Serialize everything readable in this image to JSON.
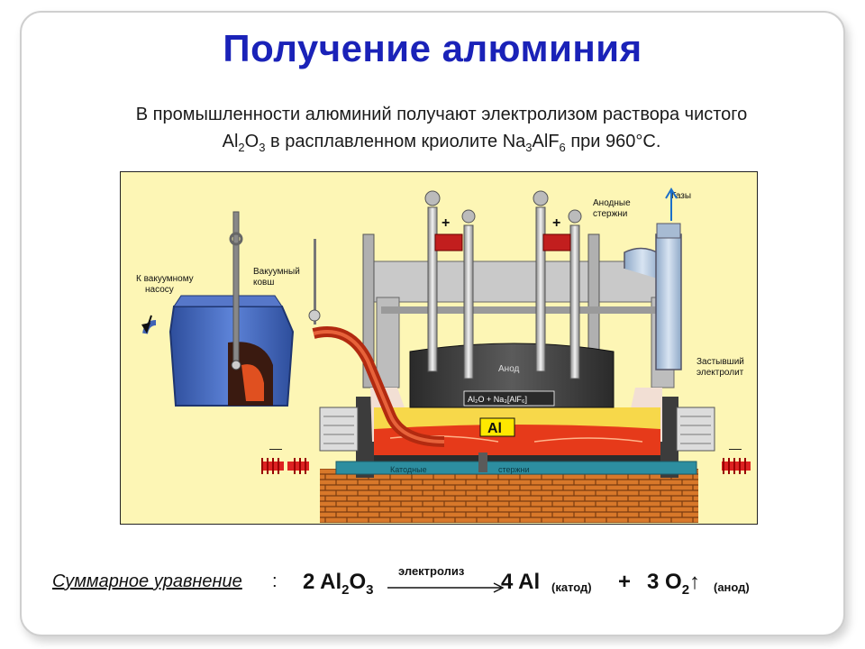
{
  "title": "Получение алюминия",
  "intro": {
    "line1": "В промышленности алюминий получают электролизом раствора чистого",
    "line2_a": "Al",
    "line2_sub1": "2",
    "line2_b": "O",
    "line2_sub2": "3",
    "line2_c": " в расплавленном криолите Na",
    "line2_sub3": "3",
    "line2_d": "AlF",
    "line2_sub4": "6",
    "line2_e": " при 960°C."
  },
  "diagram": {
    "labels": {
      "vacuum_pump": [
        "К вакуумному",
        "насосу"
      ],
      "vacuum_ladle": [
        "Вакуумный",
        "ковш"
      ],
      "anode_rods": [
        "Анодные",
        "стержни"
      ],
      "gases": "Газы",
      "frozen_electrolyte": [
        "Застывший",
        "электролит"
      ],
      "anode": "Анод",
      "electrolyte": "Al₂O + Na₃[AlF₆]",
      "metal": "Al",
      "cathode_rods_1": "Катодные",
      "cathode_rods_2": "стержни",
      "plus": "+",
      "minus": "—"
    },
    "colors": {
      "background": "#fdf6b5",
      "frame": "#c9c9c9",
      "ladle": "#3f62b5",
      "anode": "#3a3a3a",
      "electrolyte": "#f7d84a",
      "aluminium": "#e63a1a",
      "brick": "#d8782a",
      "cathode_bar": "#2d8ea0"
    }
  },
  "equation": {
    "label": "Суммарное уравнение",
    "colon": ":",
    "coef1": "2 Al",
    "sub1": "2",
    "o": "O",
    "sub2": "3",
    "arrow_label": "электролиз",
    "product1": "4 Al",
    "cathode": "(катод)",
    "plus": "+",
    "product2": "3 O",
    "sub3": "2",
    "up": "↑",
    "anode": "(анод)"
  }
}
